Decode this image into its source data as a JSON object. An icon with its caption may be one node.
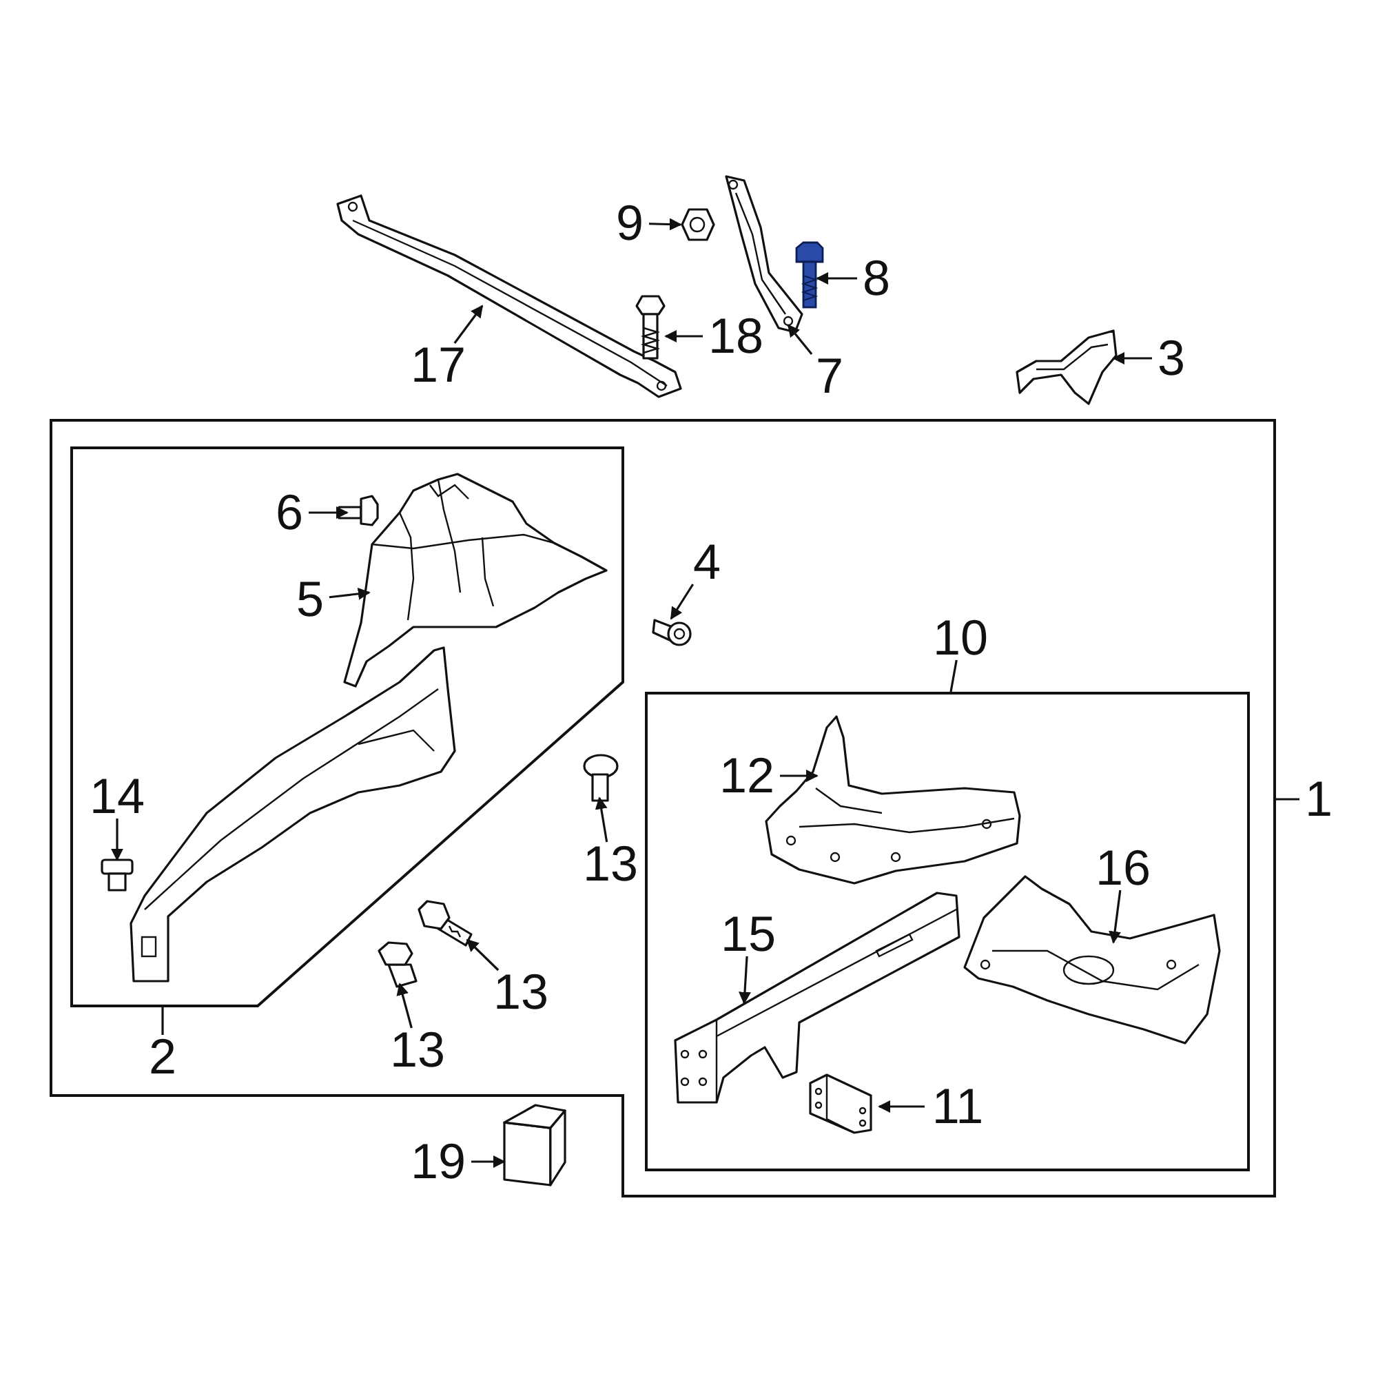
{
  "diagram": {
    "nodes": [
      {
        "text": [],
        "shape": "picture"
      },
      {
        "text": [
          "17"
        ]
      },
      {
        "text": [],
        "shape": "picture"
      },
      {
        "text": [
          "9"
        ]
      },
      {
        "text": [],
        "shape": "picture"
      },
      {
        "text": [
          "7"
        ]
      },
      {
        "text": [],
        "shape": "picture"
      },
      {
        "text": [
          "8"
        ]
      },
      {
        "text": [],
        "shape": "picture"
      },
      {
        "text": [
          "18"
        ]
      },
      {
        "text": [],
        "shape": "picture"
      },
      {
        "text": [
          "3"
        ]
      },
      {
        "text": [],
        "shape": "box"
      },
      {
        "text": [
          "1"
        ]
      },
      {
        "text": [],
        "shape": "box",
        "in": 12
      },
      {
        "text": [
          "2"
        ],
        "in": 12
      },
      {
        "text": [],
        "shape": "picture",
        "in": 14
      },
      {
        "text": [
          "6"
        ],
        "in": 14
      },
      {
        "text": [],
        "shape": "picture",
        "in": 14
      },
      {
        "text": [
          "5"
        ],
        "in": 14
      },
      {
        "text": [],
        "shape": "picture",
        "in": 14
      },
      {
        "text": [
          "14"
        ],
        "in": 14
      },
      {
        "text": [],
        "shape": "picture",
        "in": 12
      },
      {
        "text": [
          "4"
        ],
        "in": 12
      },
      {
        "text": [],
        "shape": "picture",
        "in": 12
      },
      {
        "text": [
          "13"
        ],
        "in": 12
      },
      {
        "text": [],
        "shape": "picture",
        "in": 12
      },
      {
        "text": [
          "13"
        ],
        "in": 12
      },
      {
        "text": [],
        "shape": "picture",
        "in": 12
      },
      {
        "text": [
          "13"
        ],
        "in": 12
      },
      {
        "text": [],
        "shape": "box",
        "in": 12
      },
      {
        "text": [
          "10"
        ],
        "in": 12
      },
      {
        "text": [],
        "shape": "picture",
        "in": 30
      },
      {
        "text": [
          "12"
        ],
        "in": 30
      },
      {
        "text": [],
        "shape": "picture",
        "in": 30
      },
      {
        "text": [
          "16"
        ],
        "in": 30
      },
      {
        "text": [],
        "shape": "picture",
        "in": 30
      },
      {
        "text": [
          "15"
        ],
        "in": 30
      },
      {
        "text": [],
        "shape": "picture",
        "in": 30
      },
      {
        "text": [
          "11"
        ],
        "in": 30
      },
      {
        "text": [],
        "shape": "box"
      },
      {
        "text": [
          "19"
        ]
      }
    ],
    "edges": [
      {
        "from": 1,
        "to": 0,
        "arrow": "to"
      },
      {
        "from": 3,
        "to": 2,
        "arrow": "to"
      },
      {
        "from": 5,
        "to": 4,
        "arrow": "to"
      },
      {
        "from": 7,
        "to": 6,
        "arrow": "to"
      },
      {
        "from": 9,
        "to": 8,
        "arrow": "to"
      },
      {
        "from": 11,
        "to": 10,
        "arrow": "to"
      },
      {
        "from": 13,
        "to": 12,
        "arrow": "none"
      },
      {
        "from": 15,
        "to": 14,
        "arrow": "none"
      },
      {
        "from": 17,
        "to": 16,
        "arrow": "to"
      },
      {
        "from": 19,
        "to": 18,
        "arrow": "to"
      },
      {
        "from": 21,
        "to": 20,
        "arrow": "to"
      },
      {
        "from": 23,
        "to": 22,
        "arrow": "to"
      },
      {
        "from": 25,
        "to": 24,
        "arrow": "to"
      },
      {
        "from": 27,
        "to": 26,
        "arrow": "to"
      },
      {
        "from": 29,
        "to": 28,
        "arrow": "to"
      },
      {
        "from": 31,
        "to": 30,
        "arrow": "none"
      },
      {
        "from": 33,
        "to": 32,
        "arrow": "to"
      },
      {
        "from": 35,
        "to": 34,
        "arrow": "to"
      },
      {
        "from": 37,
        "to": 36,
        "arrow": "to"
      },
      {
        "from": 39,
        "to": 38,
        "arrow": "to"
      },
      {
        "from": 41,
        "to": 40,
        "arrow": "to"
      }
    ]
  }
}
